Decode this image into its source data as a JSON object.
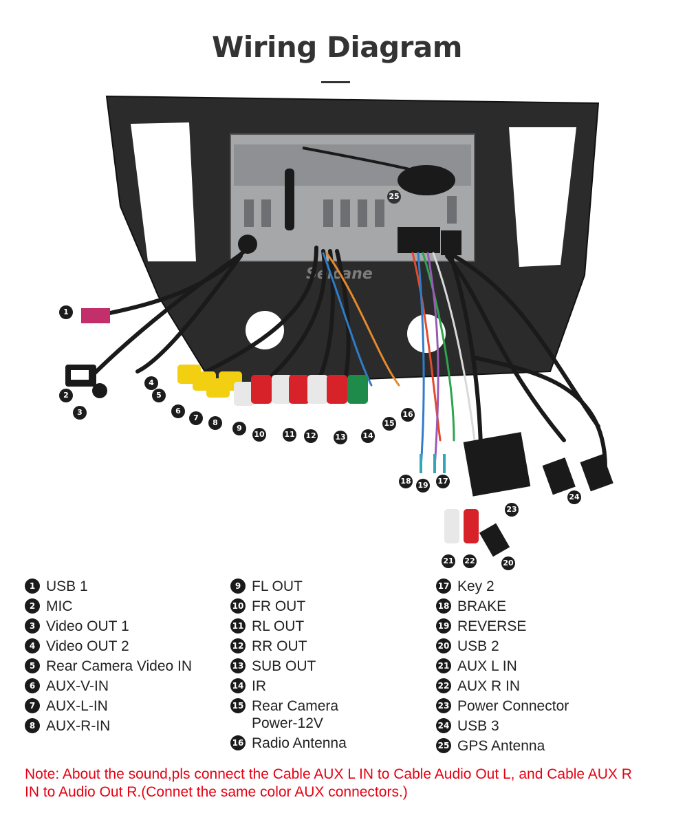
{
  "title": "Wiring Diagram",
  "watermark": "Seicane",
  "callouts": [
    "1",
    "2",
    "3",
    "4",
    "5",
    "6",
    "7",
    "8",
    "9",
    "10",
    "11",
    "12",
    "13",
    "14",
    "15",
    "16",
    "17",
    "18",
    "19",
    "20",
    "21",
    "22",
    "23",
    "24",
    "25"
  ],
  "legend": {
    "col1": [
      {
        "n": "1",
        "label": "USB 1"
      },
      {
        "n": "2",
        "label": "MIC"
      },
      {
        "n": "3",
        "label": "Video OUT 1"
      },
      {
        "n": "4",
        "label": "Video OUT 2"
      },
      {
        "n": "5",
        "label": "Rear Camera Video IN"
      },
      {
        "n": "6",
        "label": "AUX-V-IN"
      },
      {
        "n": "7",
        "label": "AUX-L-IN"
      },
      {
        "n": "8",
        "label": "AUX-R-IN"
      }
    ],
    "col2": [
      {
        "n": "9",
        "label": "FL OUT"
      },
      {
        "n": "10",
        "label": "FR OUT"
      },
      {
        "n": "11",
        "label": "RL OUT"
      },
      {
        "n": "12",
        "label": "RR OUT"
      },
      {
        "n": "13",
        "label": "SUB OUT"
      },
      {
        "n": "14",
        "label": "IR"
      },
      {
        "n": "15",
        "label": "Rear Camera\nPower-12V"
      },
      {
        "n": "16",
        "label": "Radio Antenna"
      }
    ],
    "col3": [
      {
        "n": "17",
        "label": "Key 2"
      },
      {
        "n": "18",
        "label": "BRAKE"
      },
      {
        "n": "19",
        "label": "REVERSE"
      },
      {
        "n": "20",
        "label": "USB 2"
      },
      {
        "n": "21",
        "label": "AUX L IN"
      },
      {
        "n": "22",
        "label": "AUX R IN"
      },
      {
        "n": "23",
        "label": "Power Connector"
      },
      {
        "n": "24",
        "label": "USB 3"
      },
      {
        "n": "25",
        "label": "GPS Antenna"
      }
    ]
  },
  "note": "Note: About the sound,pls connect the Cable AUX L IN to Cable Audio Out L, and Cable AUX R IN to  Audio Out R.(Connet the same color AUX connectors.)"
}
